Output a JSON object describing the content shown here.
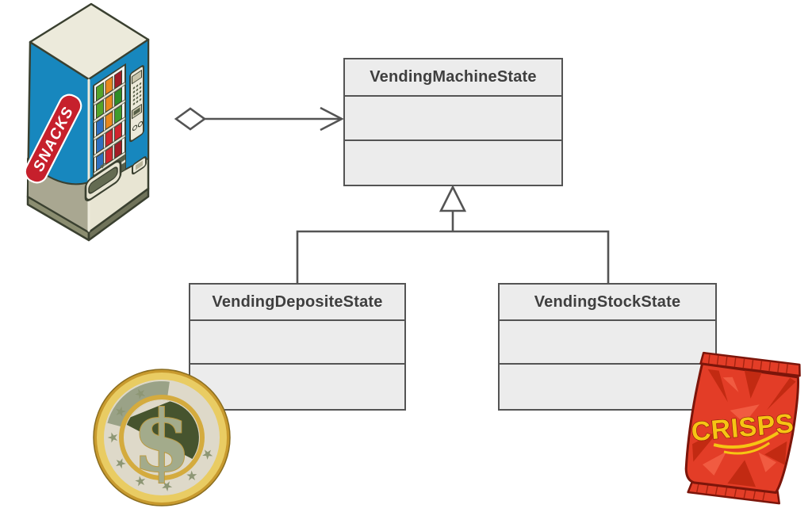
{
  "page": {
    "background": "#ffffff"
  },
  "palette": {
    "box_fill": "#ececec",
    "box_border": "#545454",
    "box_text": "#3f3f3f",
    "connector": "#545454",
    "machine_blue": "#1787be",
    "machine_cream": "#e8e5d3",
    "snacks_red": "#c6202c",
    "coin_gold": "#d9ad3c",
    "coin_dark_green": "#46542e",
    "crisps_red": "#e33d27",
    "crisps_yellow": "#f6c414"
  },
  "diagram": {
    "type": "uml-class-diagram",
    "classes": [
      {
        "name": "VendingMachineState",
        "attributes": [],
        "methods": []
      },
      {
        "name": "VendingDepositeState",
        "attributes": [],
        "methods": []
      },
      {
        "name": "VendingStockState",
        "attributes": [],
        "methods": []
      }
    ],
    "relationships": [
      {
        "type": "aggregation",
        "from": "vending-machine-illustration",
        "to": "VendingMachineState"
      },
      {
        "type": "inheritance",
        "from": "VendingDepositeState",
        "to": "VendingMachineState"
      },
      {
        "type": "inheritance",
        "from": "VendingStockState",
        "to": "VendingMachineState"
      }
    ]
  },
  "illustrations": {
    "vending_machine": {
      "label": "SNACKS"
    },
    "coin": {
      "symbol": "$"
    },
    "crisps_bag": {
      "label": "CRISPS"
    }
  }
}
